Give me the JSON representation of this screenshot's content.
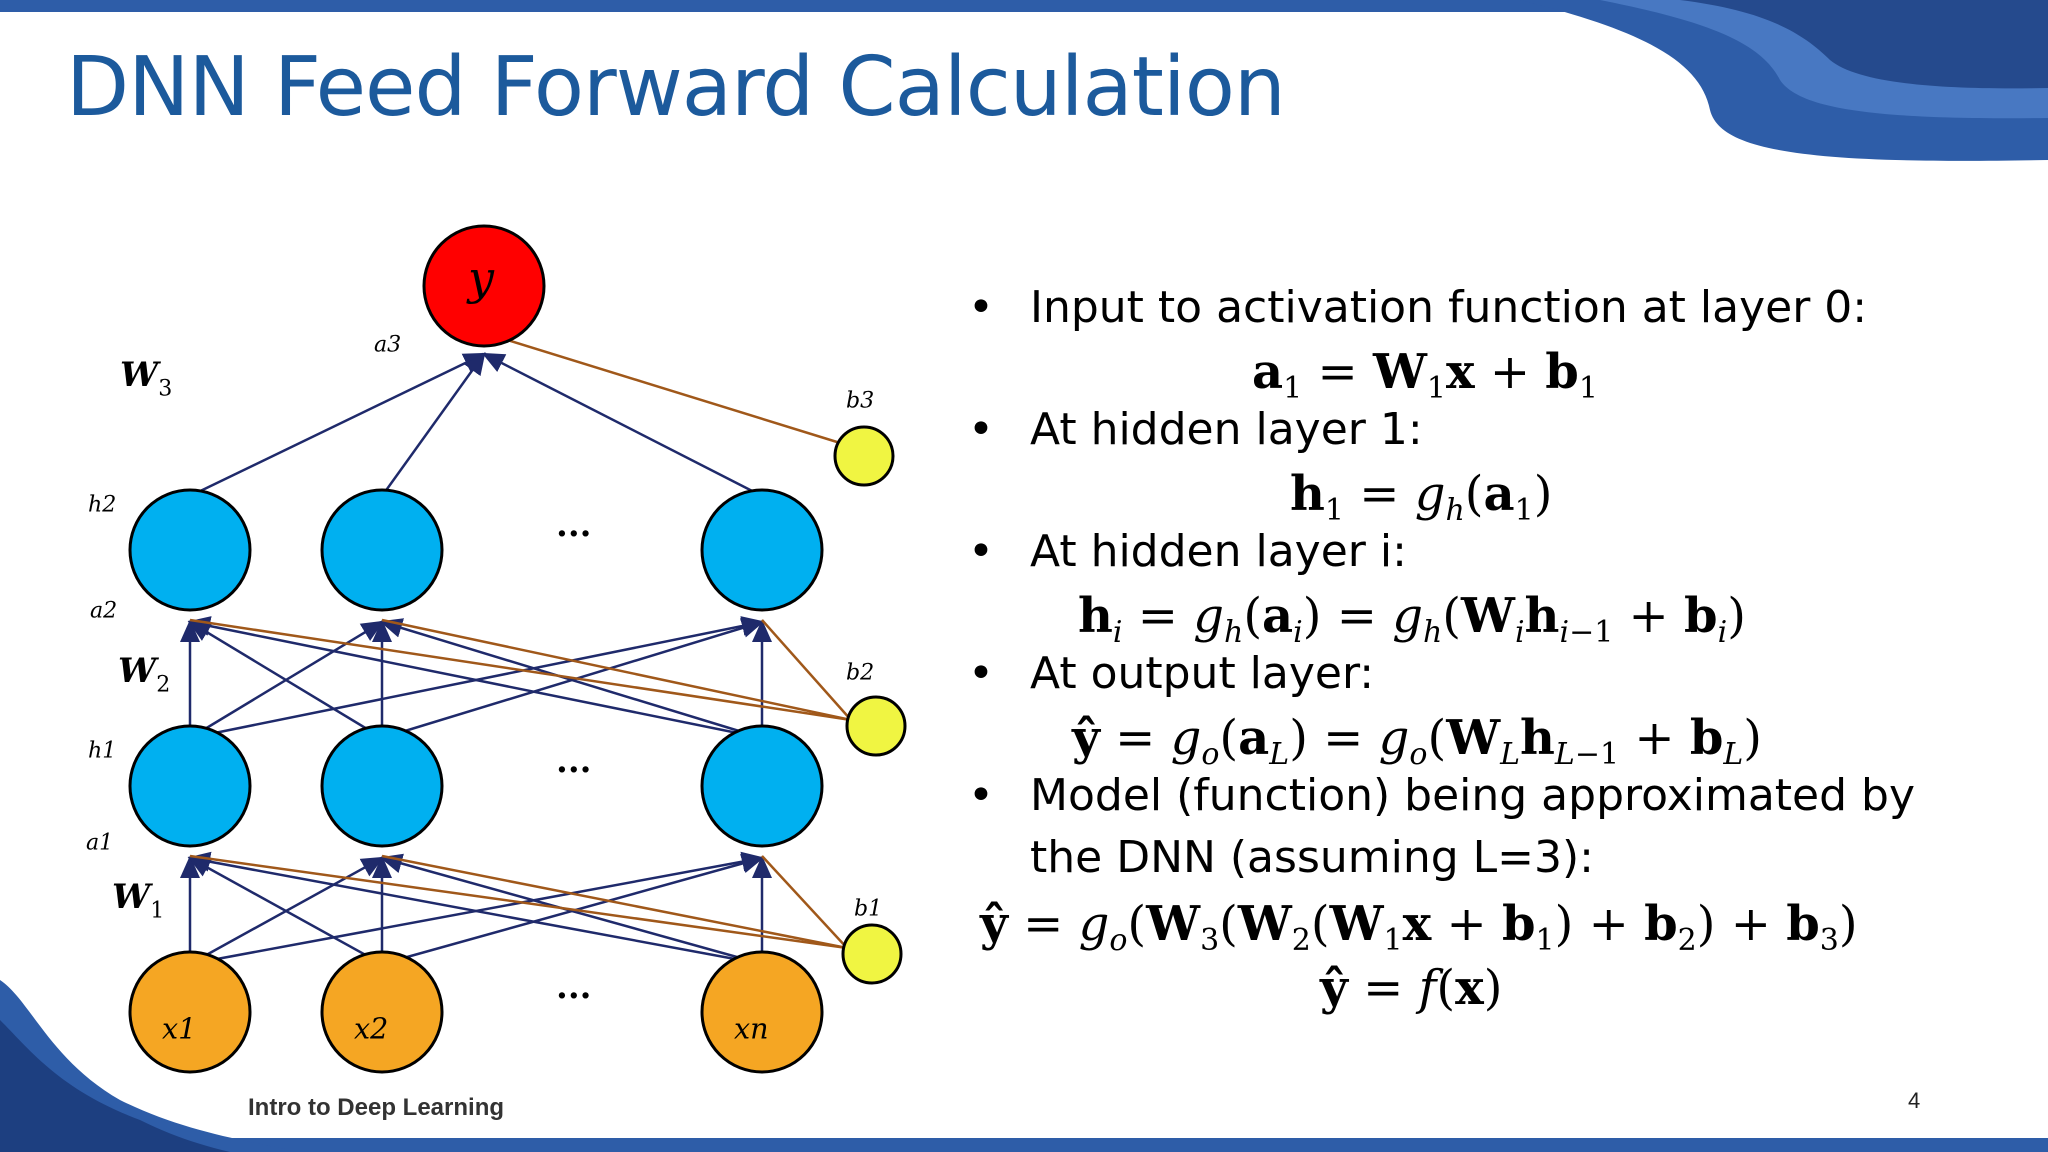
{
  "slide": {
    "title": "DNN Feed Forward Calculation",
    "footer": "Intro to Deep Learning",
    "page_number": "4"
  },
  "colors": {
    "title": "#1c5a9c",
    "input_node": "#f5a623",
    "hidden_node": "#00b0f0",
    "output_node": "#ff0000",
    "bias_node": "#f0f542",
    "weight_edge": "#1f2a6b",
    "bias_edge": "#a0581a",
    "band": "#2e5da8"
  },
  "diagram": {
    "inputs": [
      "x1",
      "x2",
      "xn"
    ],
    "output": "y",
    "ellipsis": "...",
    "labels": {
      "a3": "a3",
      "W3": "W3",
      "b3": "b3",
      "h2": "h2",
      "a2": "a2",
      "W2": "W2",
      "b2": "b2",
      "h1": "h1",
      "a1": "a1",
      "W1": "W1",
      "b1": "b1"
    }
  },
  "bullets": [
    "Input to activation function at layer 0:",
    "At hidden layer 1:",
    "At hidden layer i:",
    "At output layer:",
    "Model (function) being approximated by",
    "the DNN (assuming L=3):"
  ],
  "equations": [
    "a1 = W1x + b1",
    "h1 = gh(a1)",
    "hi = gh(ai) = gh(Wihi−1 + bi)",
    "ŷ = go(aL) = go(WLhL−1 + bL)",
    "ŷ = go(W3(W2(W1x + b1) + b2) + b3)",
    "ŷ = f(x)"
  ]
}
